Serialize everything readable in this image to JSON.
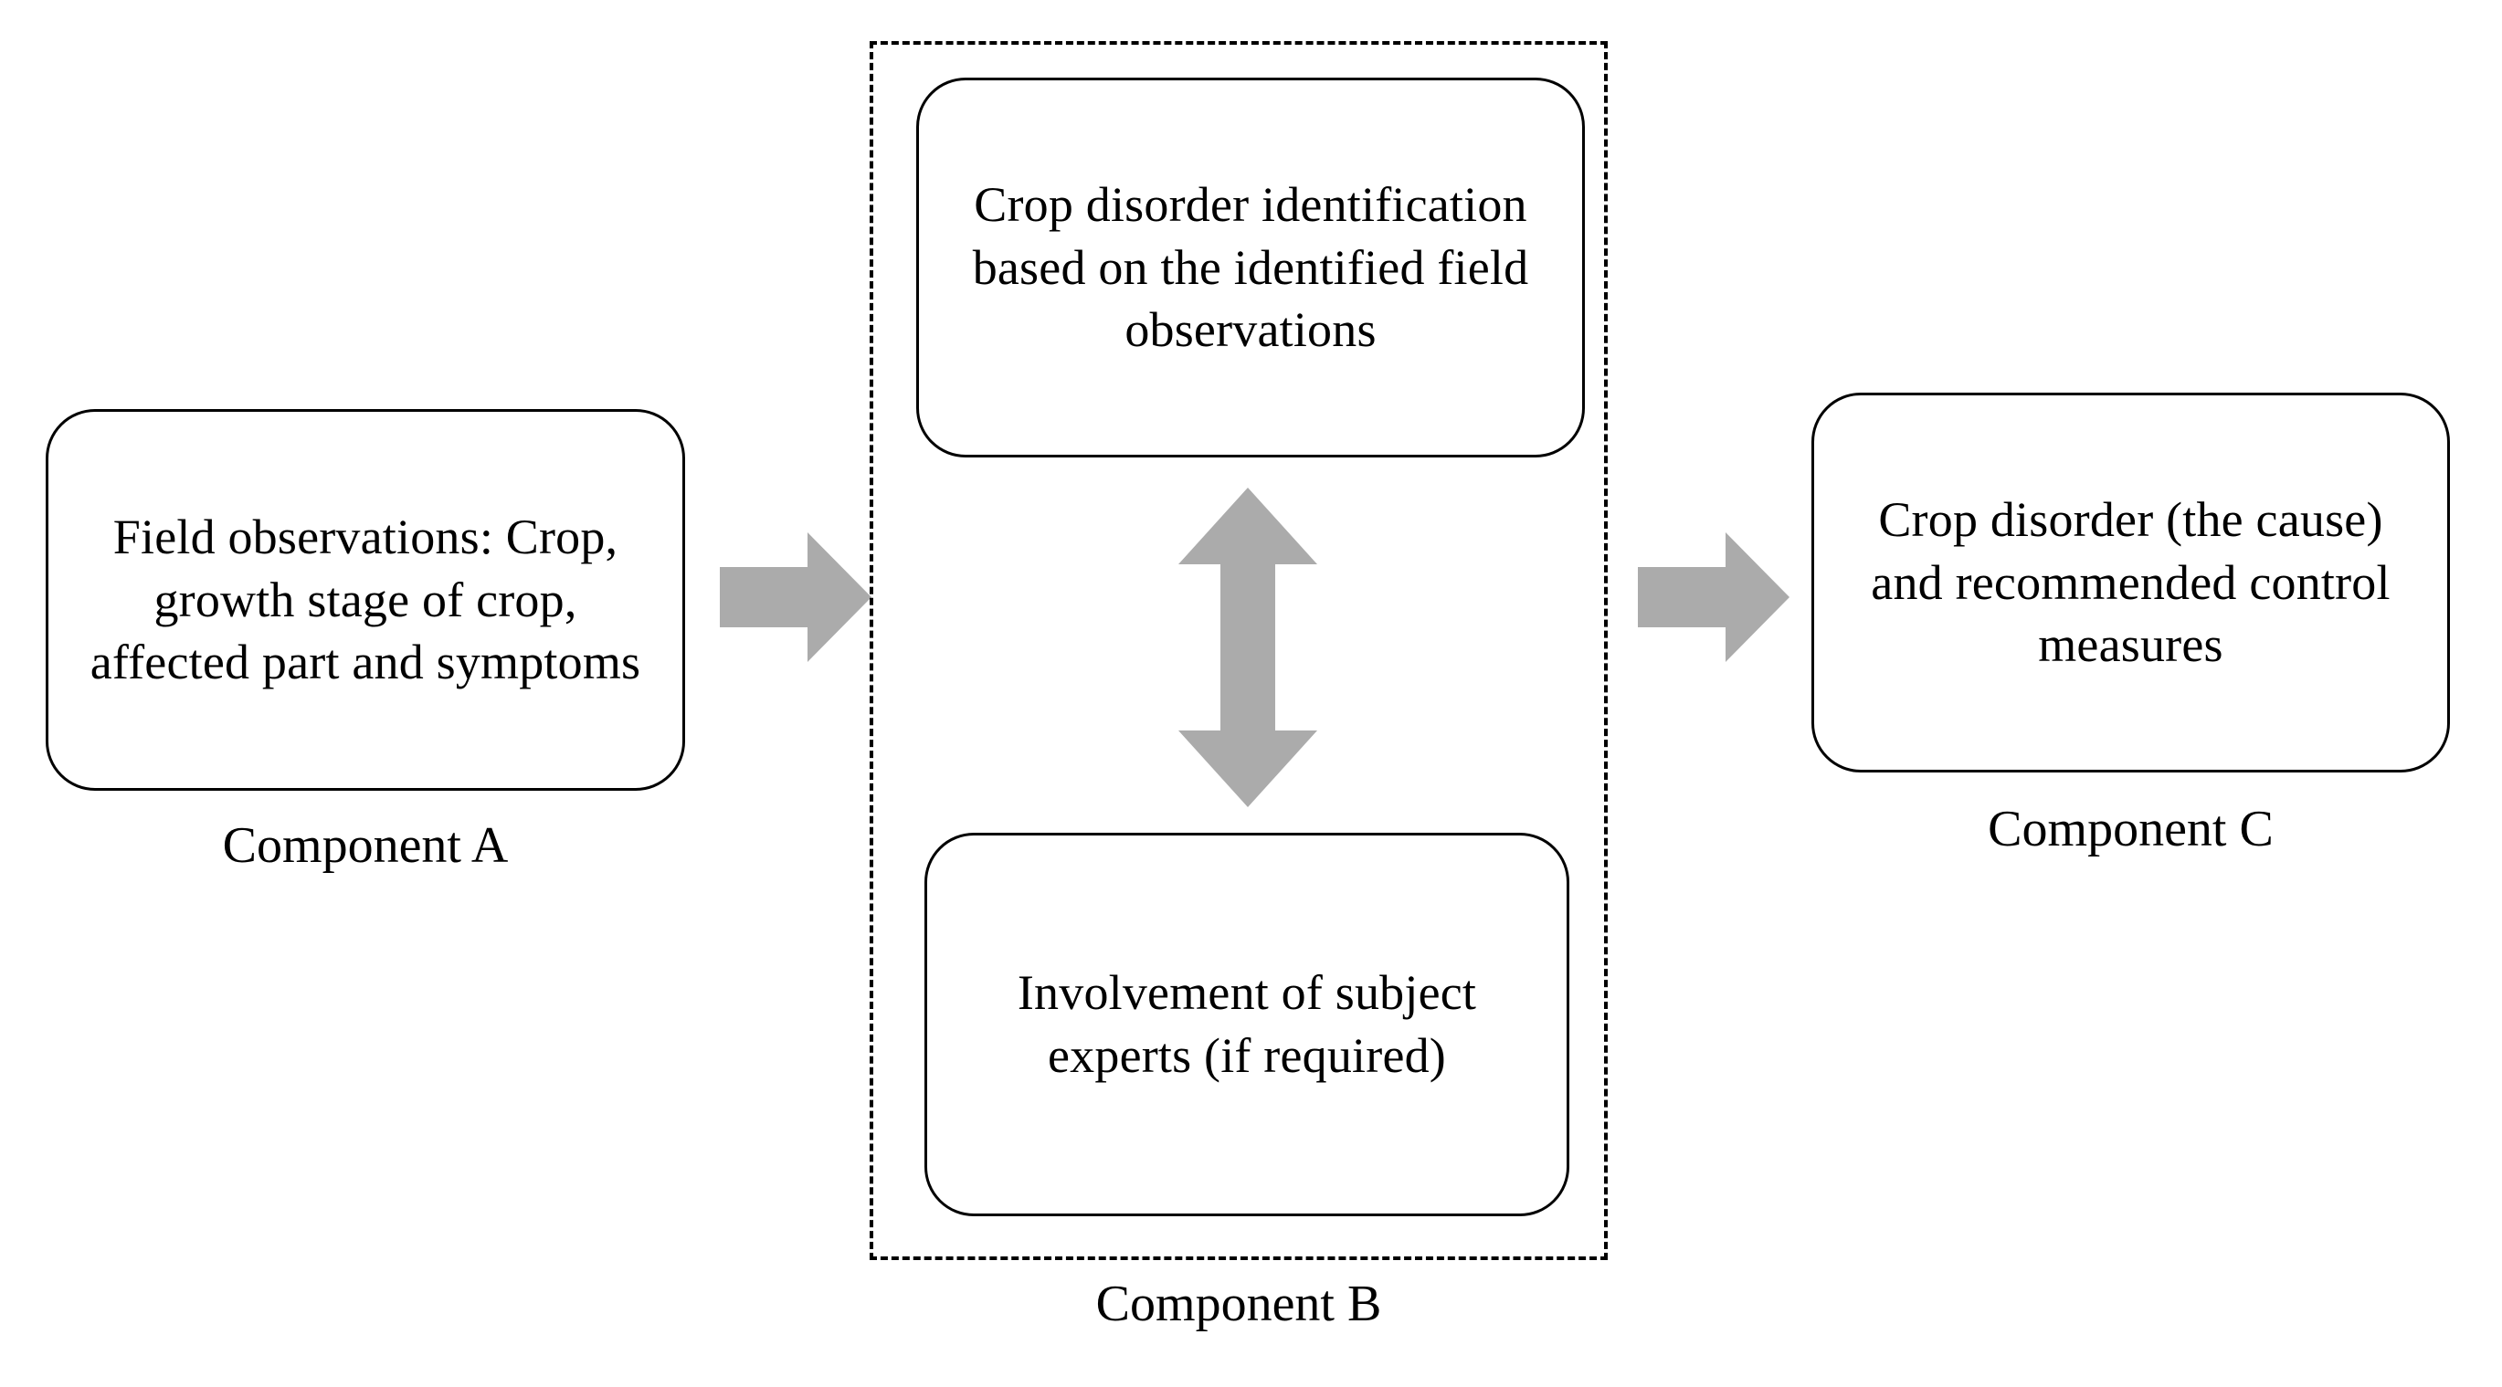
{
  "diagram": {
    "background_color": "#FFFFFF",
    "stroke_color": "#000000",
    "arrow_color": "#ABABAB",
    "nodes": {
      "component_a": {
        "text": "Field observations: Crop, growth stage of crop, affected part and symptoms",
        "caption": "Component A"
      },
      "component_b_top": {
        "text": "Crop disorder identification based on the identified field observations"
      },
      "component_b_bottom": {
        "text": "Involvement of subject experts (if required)"
      },
      "component_b_group": {
        "caption": "Component B"
      },
      "component_c": {
        "text": "Crop disorder (the cause) and recommended control measures",
        "caption": "Component C"
      }
    },
    "connectors": [
      {
        "name": "arrow-a-to-b",
        "from": "component_a",
        "to": "component_b_group",
        "direction": "right",
        "style": "block-arrow",
        "color": "#ABABAB"
      },
      {
        "name": "arrow-b-internal",
        "from": "component_b_top",
        "to": "component_b_bottom",
        "direction": "both",
        "style": "block-arrow",
        "color": "#ABABAB"
      },
      {
        "name": "arrow-b-to-c",
        "from": "component_b_group",
        "to": "component_c",
        "direction": "right",
        "style": "block-arrow",
        "color": "#ABABAB"
      }
    ]
  }
}
